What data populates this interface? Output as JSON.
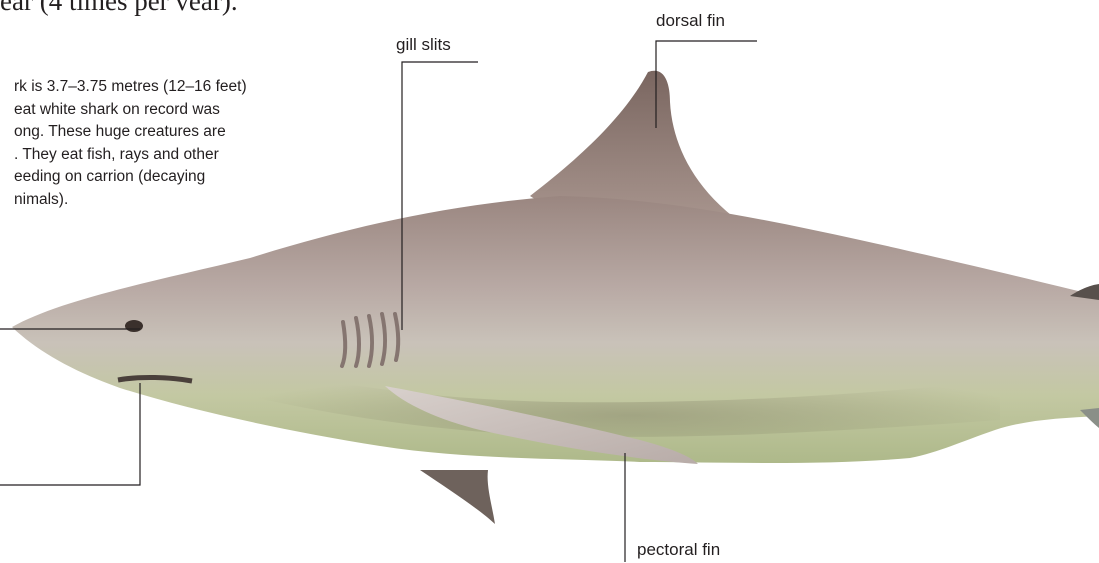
{
  "heading_fragment": "ear (4 times per vear).",
  "body_lines": [
    "rk is 3.7–3.75 metres (12–16 feet)",
    "eat white shark on record was",
    "ong. These huge creatures are",
    ". They eat fish, rays and other",
    "eeding on carrion (decaying",
    "nimals)."
  ],
  "labels": {
    "gill_slits": "gill slits",
    "dorsal_fin": "dorsal fin",
    "pectoral_fin": "pectoral fin"
  },
  "colors": {
    "text": "#231f20",
    "leader_line": "#231f20",
    "shark_back": "#8f7a74",
    "shark_belly": "#c8cca0"
  }
}
